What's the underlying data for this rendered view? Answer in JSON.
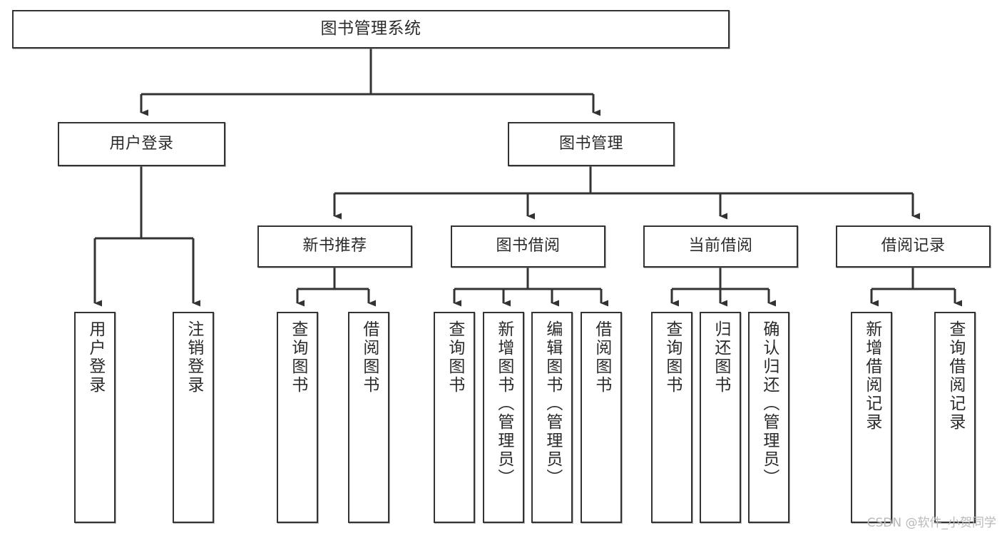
{
  "diagram": {
    "type": "tree-hierarchy",
    "title": "图书管理系统",
    "orientation": "top-down",
    "colors": {
      "node_border": "#333333",
      "node_fill": "#ffffff",
      "edge": "#333333",
      "text": "#2b2b2b",
      "watermark": "#b9b9b9",
      "background": "#ffffff"
    },
    "root": {
      "label": "图书管理系统"
    },
    "level2": [
      {
        "label": "用户登录"
      },
      {
        "label": "图书管理"
      }
    ],
    "level3": [
      {
        "label": "新书推荐"
      },
      {
        "label": "图书借阅"
      },
      {
        "label": "当前借阅"
      },
      {
        "label": "借阅记录"
      }
    ],
    "leaves": {
      "user_login": [
        {
          "label": "用户登录"
        },
        {
          "label": "注销登录"
        }
      ],
      "new_book_recommend": [
        {
          "label": "查询图书"
        },
        {
          "label": "借阅图书"
        }
      ],
      "book_borrow": [
        {
          "label": "查询图书"
        },
        {
          "label": "新增图书（管理员）"
        },
        {
          "label": "编辑图书（管理员）"
        },
        {
          "label": "借阅图书"
        }
      ],
      "current_borrow": [
        {
          "label": "查询图书"
        },
        {
          "label": "归还图书"
        },
        {
          "label": "确认归还（管理员）"
        }
      ],
      "borrow_record": [
        {
          "label": "新增借阅记录"
        },
        {
          "label": "查询借阅记录"
        }
      ]
    }
  },
  "watermark": {
    "text": "CSDN @软件_小贺同学"
  }
}
